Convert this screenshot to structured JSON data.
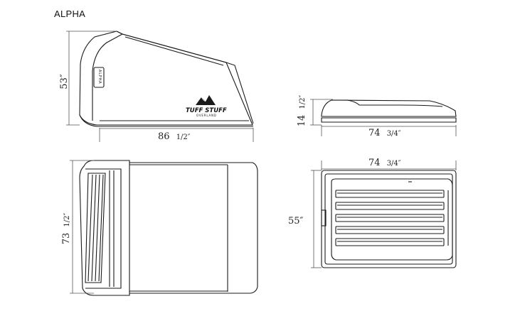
{
  "title": "ALPHA",
  "logo": {
    "brand": "TUFF STUFF",
    "sub": "OVERLAND"
  },
  "side_label": "ALPHA",
  "dimensions": {
    "side_height": {
      "main": "53″"
    },
    "side_length": {
      "main": "86",
      "frac": "1/2″"
    },
    "rear_height": {
      "main": "14",
      "frac": "1/2″"
    },
    "rear_width": {
      "main": "74",
      "frac": "3/4″"
    },
    "top_length": {
      "main": "73",
      "frac": "1/2″"
    },
    "front_width": {
      "main": "74",
      "frac": "3/4″"
    },
    "front_height": {
      "main": "55″"
    }
  },
  "colors": {
    "line": "#1a1a1a",
    "dim_line": "#555555"
  }
}
